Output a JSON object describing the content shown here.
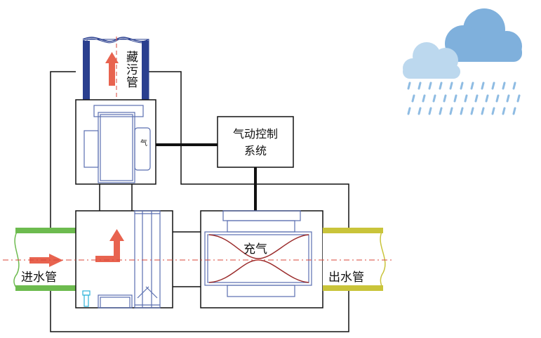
{
  "labels": {
    "sewage_pipe": "藏污管",
    "control_system_line1": "气动控制",
    "control_system_line2": "系统",
    "inflate": "充气",
    "inlet_pipe": "进水管",
    "outlet_pipe": "出水管",
    "valve_side": "气"
  },
  "colors": {
    "frame": "#111111",
    "inlet_pipe": "#6dbb4f",
    "outlet_pipe": "#c9c43a",
    "sewage_pipe": "#2a3f8f",
    "mechanism": "#5a6fb0",
    "flow_arrow": "#e8634f",
    "bladder": "#9b2c2c",
    "centerline": "#d9463a",
    "cloud_dark": "#7fb0dc",
    "cloud_light": "#bcd8ee",
    "rain": "#8fbce3"
  },
  "icons": [
    "rain-cloud-icon",
    "flow-arrow-up-icon",
    "flow-arrow-right-icon",
    "flow-arrow-turn-icon",
    "valve-icon"
  ]
}
